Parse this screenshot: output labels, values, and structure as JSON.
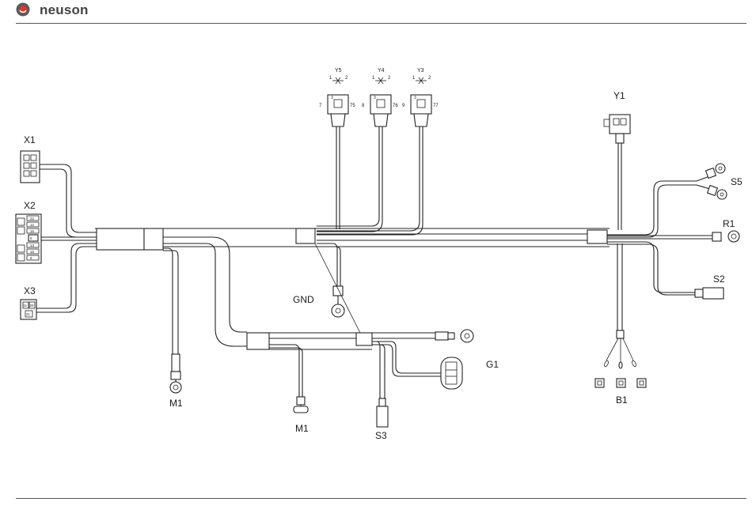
{
  "brand": {
    "name": "neuson",
    "logo_icon": "neuson-logo-icon"
  },
  "labels": {
    "x1": "X1",
    "x2": "X2",
    "x3": "X3",
    "y1": "Y1",
    "y3": "Y3",
    "y4": "Y4",
    "y5": "Y5",
    "gnd": "GND",
    "m1_ring": "M1",
    "m1_plug": "M1",
    "s3": "S3",
    "g1": "G1",
    "b1": "B1",
    "s5": "S5",
    "r1": "R1",
    "s2": "S2"
  },
  "pin_labels": {
    "y5_left": "7",
    "y5_right": "75",
    "y4_left": "8",
    "y4_right": "76",
    "y3_left": "9",
    "y3_right": "77",
    "coil_1": "1",
    "coil_2": "2",
    "coil_3": "3"
  },
  "x2_cells": [
    "22",
    "12",
    "15",
    "6",
    "13",
    "15",
    "8",
    "14",
    "13"
  ],
  "x3_cells": [
    "11",
    "20",
    "21"
  ]
}
